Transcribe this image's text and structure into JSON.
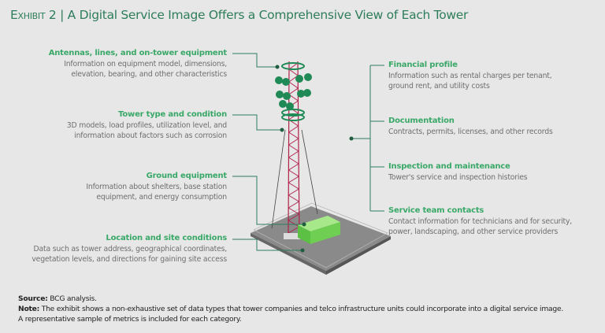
{
  "title": {
    "exhibit": "Exhibit 2",
    "separator": "|",
    "text": "A Digital Service Image Offers a Comprehensive View of Each Tower"
  },
  "left_items": [
    {
      "heading": "Antennas, lines, and on-tower equipment",
      "lines": [
        "Information on equipment model, dimensions,",
        "elevation, bearing, and other characteristics"
      ]
    },
    {
      "heading": "Tower type and condition",
      "lines": [
        "3D models, load profiles, utilization level, and",
        "information about factors such as corrosion"
      ]
    },
    {
      "heading": "Ground equipment",
      "lines": [
        "Information about shelters, base station",
        "equipment, and energy consumption"
      ]
    },
    {
      "heading": "Location and site conditions",
      "lines": [
        "Data such as tower address, geographical coordinates,",
        "vegetation levels, and directions for gaining site access"
      ]
    }
  ],
  "right_items": [
    {
      "heading": "Financial profile",
      "lines": [
        "Information such as rental charges per tenant,",
        "ground rent, and utility costs"
      ]
    },
    {
      "heading": "Documentation",
      "lines": [
        "Contracts, permits, licenses, and other records"
      ]
    },
    {
      "heading": "Inspection and maintenance",
      "lines": [
        "Tower's service and inspection histories"
      ]
    },
    {
      "heading": "Service team contacts",
      "lines": [
        "Contact information for technicians and for security,",
        "power, landscaping, and other service providers"
      ]
    }
  ],
  "footer": {
    "source_label": "Source:",
    "source_text": "BCG analysis.",
    "note_label": "Note:",
    "note_text": "The exhibit shows a non-exhaustive set of data types that tower companies and telco infrastructure units could incorporate into a digital service image. A representative sample of metrics is included for each category."
  },
  "colors": {
    "title": "#2e7d5b",
    "heading": "#3aa867",
    "connector": "#2e7d5b",
    "tower": "#b0204a",
    "antenna": "#1f8a55",
    "building": "#6fcf52"
  }
}
